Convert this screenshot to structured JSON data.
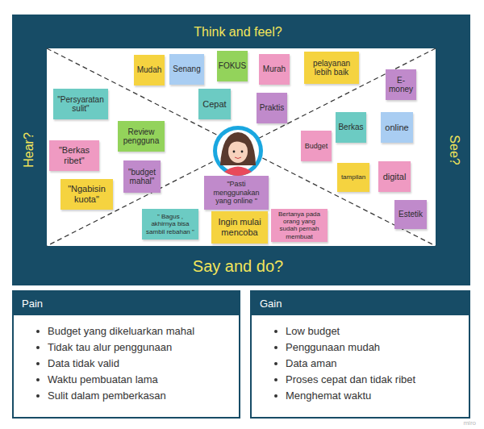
{
  "diagram": {
    "nodes": [
      {
        "text": [
          "FOKUS"
        ]
      },
      {
        "text": [
          "pelayanan lebih baik"
        ]
      },
      {
        "text": [
          "Senang"
        ]
      },
      {
        "text": [
          "Mudah"
        ]
      },
      {
        "text": [
          "Murah"
        ]
      },
      {
        "text": [
          "E-money"
        ]
      },
      {
        "text": [
          "\"Persyaratan sulit\""
        ]
      },
      {
        "text": [
          "Cepat"
        ]
      },
      {
        "text": [
          "Praktis"
        ]
      },
      {
        "text": [
          "Berkas"
        ]
      },
      {
        "text": [
          "online"
        ]
      },
      {
        "text": [
          "Review pengguna"
        ]
      },
      {
        "text": [
          "Budget"
        ]
      },
      {
        "text": [
          "\"Berkas ribet\""
        ]
      },
      {
        "text": [
          "\"budget mahal\""
        ]
      },
      {
        "text": [
          "digital"
        ]
      },
      {
        "text": [
          "tampilan"
        ]
      },
      {
        "text": [
          "\"Pasti menggunakan yang online \""
        ]
      },
      {
        "text": [
          "\"Ngabisin kuota\""
        ]
      },
      {
        "text": [
          "Estetik"
        ]
      },
      {
        "text": [
          "Bertanya pada orang yang sudah pernah membuat"
        ]
      },
      {
        "text": [
          "\" Bagus , akhirnya bisa sambil rebahan \""
        ]
      },
      {
        "text": [
          "Ingin mulai mencoba"
        ]
      },
      {
        "text": [
          "Pain",
          "Budget yang dikeluarkan mahal",
          "Tidak tau alur penggunaan",
          "Data tidak valid",
          "Waktu pembuatan lama",
          "Sulit dalam pemberkasan"
        ]
      },
      {
        "text": [
          "Gain",
          "Low budget",
          "Penggunaan mudah",
          "Data aman",
          "Proses cepat dan tidak ribet",
          "Menghemat waktu"
        ]
      }
    ],
    "labels": [
      "Think and feel?",
      "Hear?",
      "See?",
      "Say and do?",
      "miro"
    ]
  }
}
